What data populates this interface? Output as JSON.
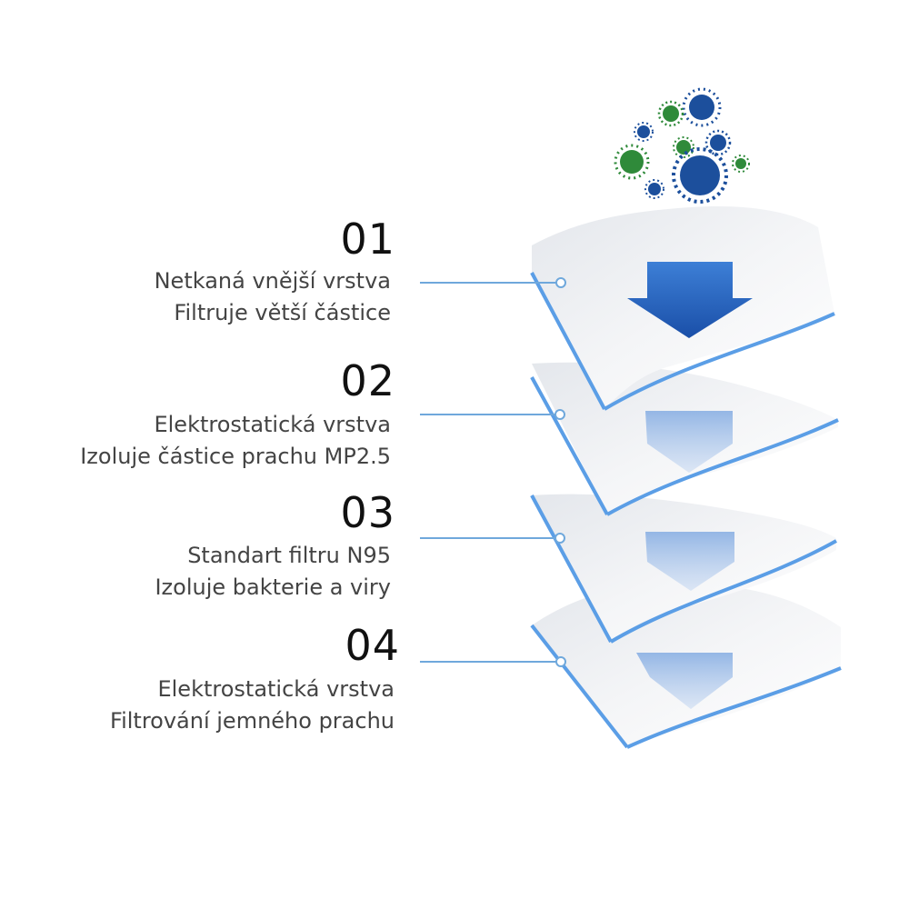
{
  "layers": [
    {
      "number": "01",
      "line1": "Netkaná vnější vrstva",
      "line2": "Filtruje větší částice"
    },
    {
      "number": "02",
      "line1": "Elektrostatická vrstva",
      "line2": "Izoluje částice prachu MP2.5"
    },
    {
      "number": "03",
      "line1": "Standart filtru N95",
      "line2": "Izoluje bakterie a viry"
    },
    {
      "number": "04",
      "line1": "Elektrostatická vrstva",
      "line2": "Filtrování jemného prachu"
    }
  ],
  "colors": {
    "edge_blue": "#5b9ee6",
    "leader_line": "#6fa8dc",
    "arrow_dark": "#1d5fb8",
    "arrow_light": "#9fbde6",
    "virus_blue": "#1c4f9c",
    "virus_green": "#2f8a3a"
  },
  "icons": [
    "virus-icon",
    "down-arrow-icon"
  ]
}
